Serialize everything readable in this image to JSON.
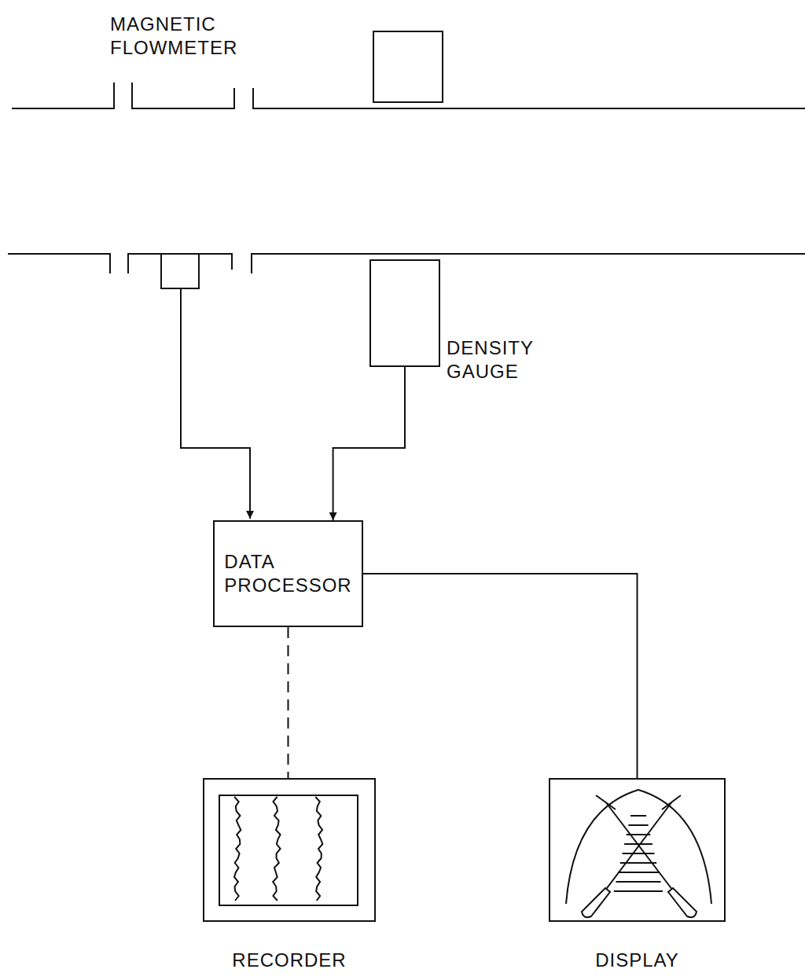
{
  "diagram": {
    "nodes": [
      {
        "text": [
          "DENSITY GAUGE"
        ]
      },
      {
        "text": [
          "DATA PROCESSOR"
        ]
      },
      {
        "text": [
          "RECORDER"
        ]
      },
      {
        "text": [
          "DISPLAY"
        ]
      }
    ],
    "edges": [
      {
        "from": 0,
        "to": 1,
        "arrow": "to"
      },
      {
        "from": 1,
        "to": 2,
        "arrow": "none"
      },
      {
        "from": 1,
        "to": 3,
        "arrow": "none"
      }
    ],
    "labels": [
      "MAGNETIC FLOWMETER"
    ]
  }
}
